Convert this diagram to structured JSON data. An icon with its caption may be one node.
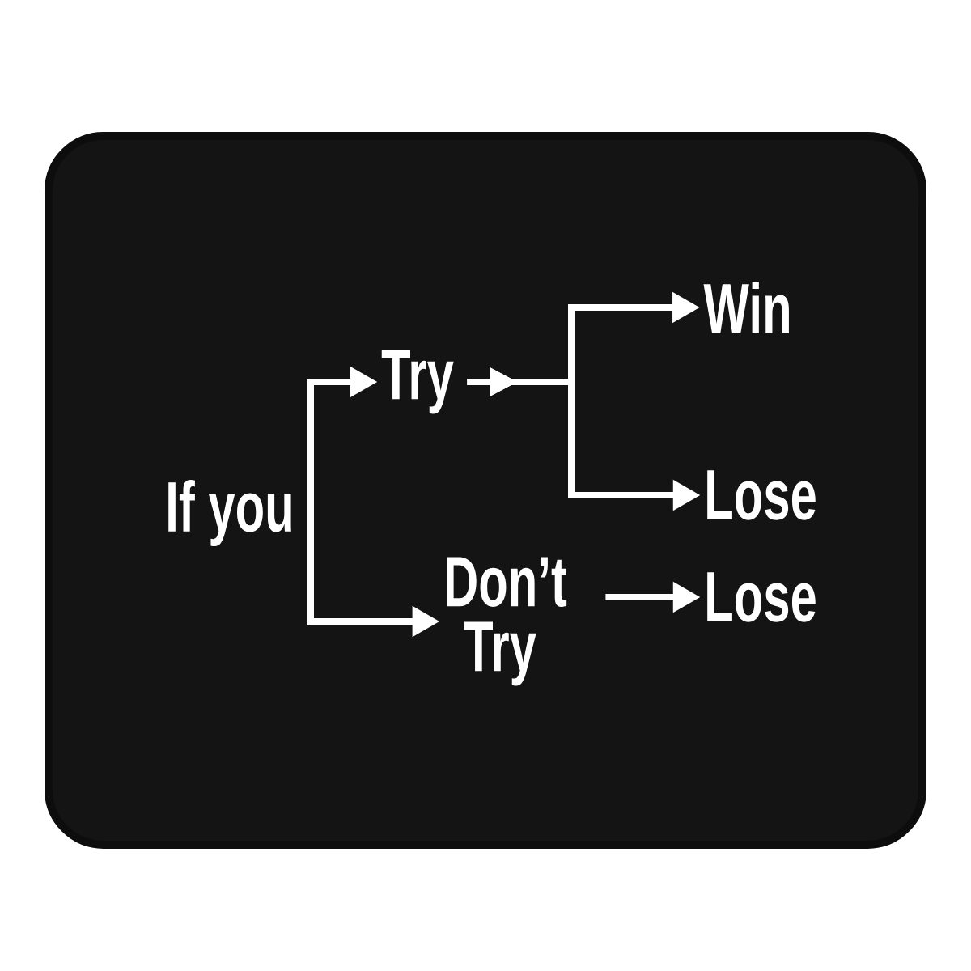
{
  "diagram": {
    "nodes": [
      {
        "text": [
          "If you"
        ]
      },
      {
        "text": [
          "Try"
        ]
      },
      {
        "text": [
          "Don’t Try"
        ]
      },
      {
        "text": [
          "Win"
        ]
      },
      {
        "text": [
          "Lose"
        ]
      },
      {
        "text": [
          "Lose"
        ]
      }
    ],
    "edges": [
      {
        "from": 0,
        "to": 1,
        "arrow": "to"
      },
      {
        "from": 0,
        "to": 2,
        "arrow": "to"
      },
      {
        "from": 1,
        "to": 3,
        "arrow": "to"
      },
      {
        "from": 1,
        "to": 4,
        "arrow": "to"
      },
      {
        "from": 2,
        "to": 5,
        "arrow": "to"
      }
    ]
  }
}
